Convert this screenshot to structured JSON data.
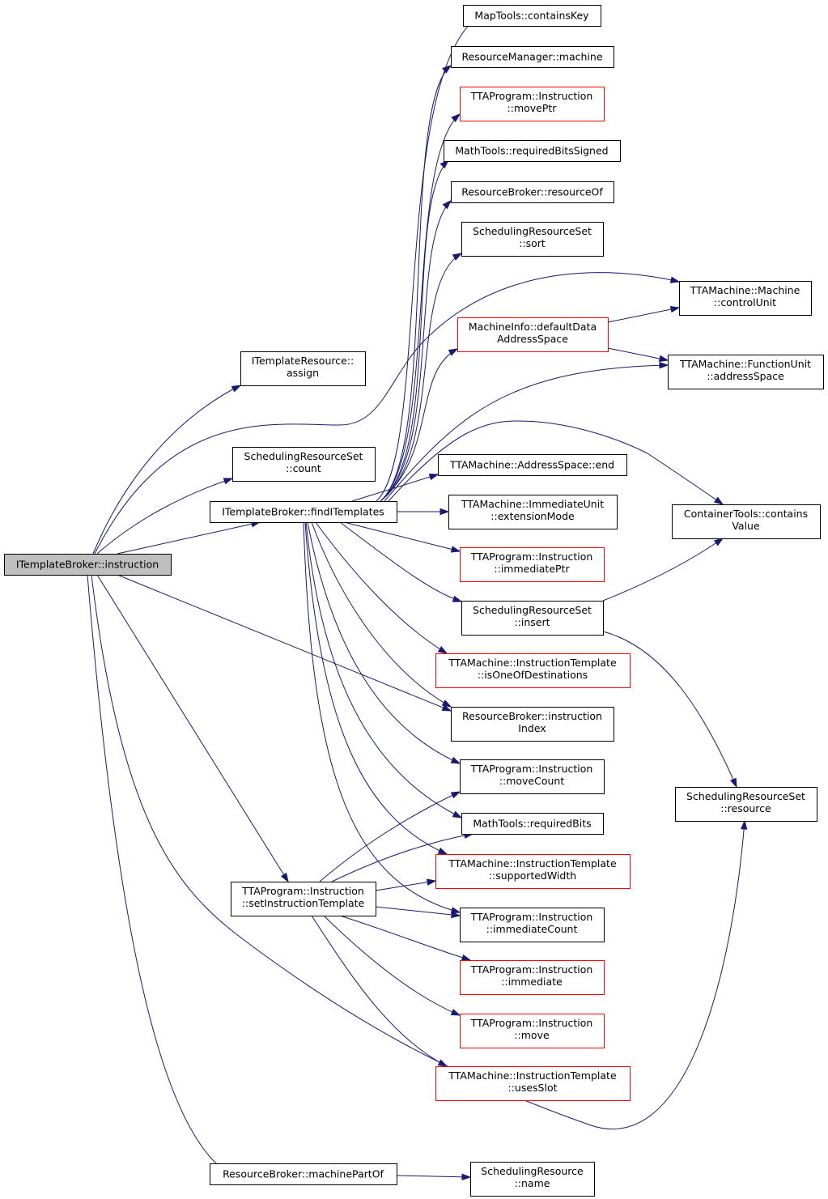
{
  "nodes": [
    {
      "id": "n0",
      "lines": [
        "ITemplateBroker::instruction"
      ],
      "style": "focus"
    },
    {
      "id": "n1",
      "lines": [
        "ITemplateResource::",
        "assign"
      ],
      "style": "black"
    },
    {
      "id": "n2",
      "lines": [
        "SchedulingResourceSet",
        "::count"
      ],
      "style": "black"
    },
    {
      "id": "n3",
      "lines": [
        "ITemplateBroker::findITemplates"
      ],
      "style": "black"
    },
    {
      "id": "n4",
      "lines": [
        "MapTools::containsKey"
      ],
      "style": "black"
    },
    {
      "id": "n5",
      "lines": [
        "ResourceManager::machine"
      ],
      "style": "black"
    },
    {
      "id": "n6",
      "lines": [
        "TTAProgram::Instruction",
        "::movePtr"
      ],
      "style": "red"
    },
    {
      "id": "n7",
      "lines": [
        "MathTools::requiredBitsSigned"
      ],
      "style": "black"
    },
    {
      "id": "n8",
      "lines": [
        "ResourceBroker::resourceOf"
      ],
      "style": "black"
    },
    {
      "id": "n9",
      "lines": [
        "SchedulingResourceSet",
        "::sort"
      ],
      "style": "black"
    },
    {
      "id": "n10",
      "lines": [
        "MachineInfo::defaultData",
        "AddressSpace"
      ],
      "style": "red"
    },
    {
      "id": "n11",
      "lines": [
        "TTAMachine::Machine",
        "::controlUnit"
      ],
      "style": "black"
    },
    {
      "id": "n12",
      "lines": [
        "TTAMachine::FunctionUnit",
        "::addressSpace"
      ],
      "style": "black"
    },
    {
      "id": "n13",
      "lines": [
        "TTAMachine::AddressSpace::end"
      ],
      "style": "black"
    },
    {
      "id": "n14",
      "lines": [
        "TTAMachine::ImmediateUnit",
        "::extensionMode"
      ],
      "style": "black"
    },
    {
      "id": "n15",
      "lines": [
        "ContainerTools::contains",
        "Value"
      ],
      "style": "black"
    },
    {
      "id": "n16",
      "lines": [
        "TTAProgram::Instruction",
        "::immediatePtr"
      ],
      "style": "red"
    },
    {
      "id": "n17",
      "lines": [
        "SchedulingResourceSet",
        "::insert"
      ],
      "style": "black"
    },
    {
      "id": "n18",
      "lines": [
        "TTAMachine::InstructionTemplate",
        "::isOneOfDestinations"
      ],
      "style": "red"
    },
    {
      "id": "n19",
      "lines": [
        "ResourceBroker::instruction",
        "Index"
      ],
      "style": "black"
    },
    {
      "id": "n20",
      "lines": [
        "TTAProgram::Instruction",
        "::moveCount"
      ],
      "style": "black"
    },
    {
      "id": "n21",
      "lines": [
        "SchedulingResourceSet",
        "::resource"
      ],
      "style": "black"
    },
    {
      "id": "n22",
      "lines": [
        "MathTools::requiredBits"
      ],
      "style": "black"
    },
    {
      "id": "n23",
      "lines": [
        "TTAMachine::InstructionTemplate",
        "::supportedWidth"
      ],
      "style": "red"
    },
    {
      "id": "n24",
      "lines": [
        "TTAProgram::Instruction",
        "::setInstructionTemplate"
      ],
      "style": "black"
    },
    {
      "id": "n25",
      "lines": [
        "TTAProgram::Instruction",
        "::immediateCount"
      ],
      "style": "black"
    },
    {
      "id": "n26",
      "lines": [
        "TTAProgram::Instruction",
        "::immediate"
      ],
      "style": "red"
    },
    {
      "id": "n27",
      "lines": [
        "TTAProgram::Instruction",
        "::move"
      ],
      "style": "red"
    },
    {
      "id": "n28",
      "lines": [
        "TTAMachine::InstructionTemplate",
        "::usesSlot"
      ],
      "style": "red"
    },
    {
      "id": "n29",
      "lines": [
        "ResourceBroker::machinePartOf"
      ],
      "style": "black"
    },
    {
      "id": "n30",
      "lines": [
        "SchedulingResource",
        "::name"
      ],
      "style": "black"
    }
  ],
  "edges": [
    {
      "from": "n0",
      "to": "n1"
    },
    {
      "from": "n0",
      "to": "n2"
    },
    {
      "from": "n0",
      "to": "n3"
    },
    {
      "from": "n0",
      "to": "n11"
    },
    {
      "from": "n0",
      "to": "n19"
    },
    {
      "from": "n0",
      "to": "n24"
    },
    {
      "from": "n0",
      "to": "n21"
    },
    {
      "from": "n0",
      "to": "n29"
    },
    {
      "from": "n3",
      "to": "n4"
    },
    {
      "from": "n3",
      "to": "n5"
    },
    {
      "from": "n3",
      "to": "n6"
    },
    {
      "from": "n3",
      "to": "n7"
    },
    {
      "from": "n3",
      "to": "n8"
    },
    {
      "from": "n3",
      "to": "n9"
    },
    {
      "from": "n3",
      "to": "n10"
    },
    {
      "from": "n3",
      "to": "n12"
    },
    {
      "from": "n3",
      "to": "n15"
    },
    {
      "from": "n3",
      "to": "n13"
    },
    {
      "from": "n3",
      "to": "n14"
    },
    {
      "from": "n3",
      "to": "n16"
    },
    {
      "from": "n3",
      "to": "n17"
    },
    {
      "from": "n3",
      "to": "n18"
    },
    {
      "from": "n3",
      "to": "n19"
    },
    {
      "from": "n3",
      "to": "n20"
    },
    {
      "from": "n3",
      "to": "n22"
    },
    {
      "from": "n3",
      "to": "n23"
    },
    {
      "from": "n3",
      "to": "n25"
    },
    {
      "from": "n10",
      "to": "n11"
    },
    {
      "from": "n10",
      "to": "n12"
    },
    {
      "from": "n17",
      "to": "n15"
    },
    {
      "from": "n17",
      "to": "n21"
    },
    {
      "from": "n24",
      "to": "n20"
    },
    {
      "from": "n24",
      "to": "n22"
    },
    {
      "from": "n24",
      "to": "n23"
    },
    {
      "from": "n24",
      "to": "n25"
    },
    {
      "from": "n24",
      "to": "n26"
    },
    {
      "from": "n24",
      "to": "n27"
    },
    {
      "from": "n24",
      "to": "n28"
    },
    {
      "from": "n29",
      "to": "n30"
    }
  ]
}
